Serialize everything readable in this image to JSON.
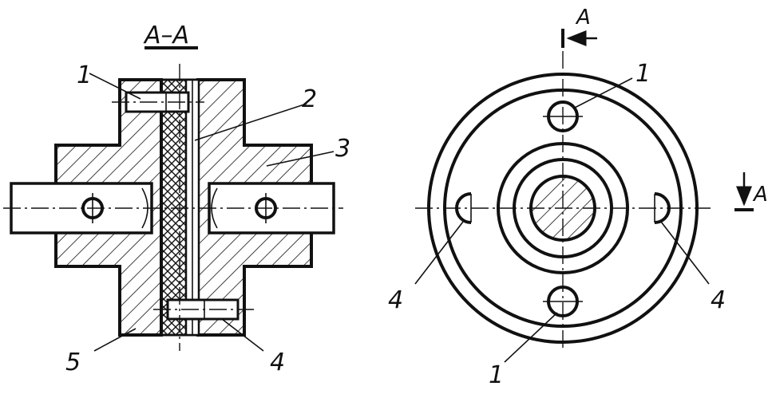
{
  "section_view": {
    "title": "A–A",
    "callouts": [
      "1",
      "2",
      "3",
      "4",
      "5"
    ]
  },
  "front_view": {
    "section_marker_top": "A",
    "section_marker_right": "A",
    "callouts": [
      "1",
      "1",
      "4",
      "4"
    ]
  },
  "colors": {
    "ink": "#111111",
    "background": "#ffffff"
  }
}
